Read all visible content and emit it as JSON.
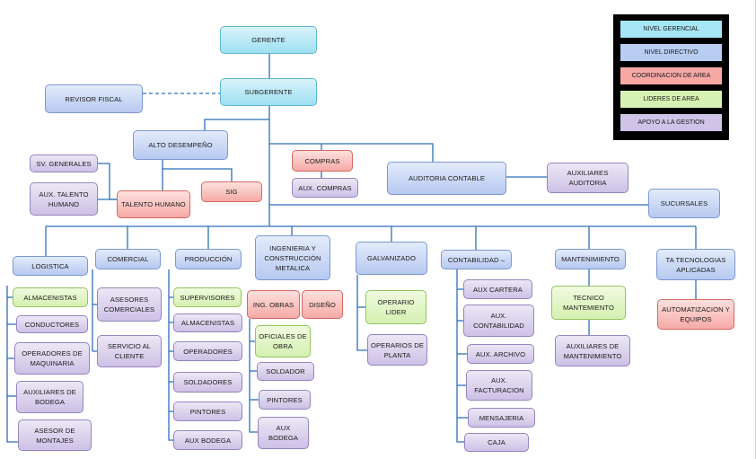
{
  "colors": {
    "line": "#2e6fb8",
    "cyan": "#9ee0f2",
    "blue": "#b7c9f0",
    "red": "#f6aaa6",
    "green": "#d4f0b0",
    "purple": "#cdc1e6"
  },
  "legend": {
    "cyan": "NIVEL GERENCIAL",
    "blue": "NIVEL DIRECTIVO",
    "red": "COORDINACION DE AREA",
    "green": "LIDERES DE AREA",
    "purple": "APOYO A LA GESTION"
  },
  "top": {
    "gerente": "GERENTE",
    "subgerente": "SUBGERENTE",
    "revisor_fiscal": "REVISOR FISCAL"
  },
  "mid": {
    "alto_desempeno": "ALTO DESEMPEÑO",
    "sv_generales": "SV. GENERALES",
    "aux_talento": "AUX.  TALENTO HUMANO",
    "talento_humano": "TALENTO HUMANO",
    "sig": "SIG",
    "compras": "COMPRAS",
    "aux_compras": "AUX. COMPRAS",
    "auditoria": "AUDITORIA CONTABLE",
    "aux_auditoria": "AUXILIARES AUDITORIA",
    "sucursales": "SUCURSALES"
  },
  "depts": {
    "logistica": {
      "title": "LOGISTICA",
      "items": [
        "ALMACENISTAS",
        "CONDUCTORES",
        "OPERADORES DE MAQUINARIA",
        "AUXILIARES DE BODEGA",
        "ASESOR DE MONTAJES"
      ]
    },
    "comercial": {
      "title": "COMERCIAL",
      "items": [
        "ASESORES COMERCIALES",
        "SERVICIO AL CLIENTE"
      ]
    },
    "produccion": {
      "title": "PRODUCCIÓN",
      "items": [
        "SUPERVISORES",
        "ALMACENISTAS",
        "OPERADORES",
        "SOLDADORES",
        "PINTORES",
        "AUX BODEGA"
      ]
    },
    "ingenieria": {
      "title": "INGENIERIA Y CONSTRUCCIÓN METALICA",
      "items": [
        "ING. OBRAS",
        "DISEÑO",
        "OFICIALES DE OBRA",
        "SOLDADOR",
        "PINTORES",
        "AUX BODEGA"
      ]
    },
    "galvanizado": {
      "title": "GALVANIZADO",
      "items": [
        "OPERARIO LIDER",
        "OPERARIOS DE PLANTA"
      ]
    },
    "contabilidad": {
      "title": "CONTABILIDAD –",
      "items": [
        "AUX CARTERA",
        "AUX. CONTABILIDAD",
        "AUX. ARCHIVO",
        "AUX. FACTURACION",
        "MENSAJERIA",
        "CAJA"
      ]
    },
    "mantenimiento": {
      "title": "MANTENIMIENTO",
      "items": [
        "TECNICO MANTEMIENTO",
        "AUXILIARES DE MANTENIMIENTO"
      ]
    },
    "ta": {
      "title": "TA TECNOLOGIAS APLICADAS",
      "items": [
        "AUTOMATIZACION Y EQUIPOS"
      ]
    }
  }
}
